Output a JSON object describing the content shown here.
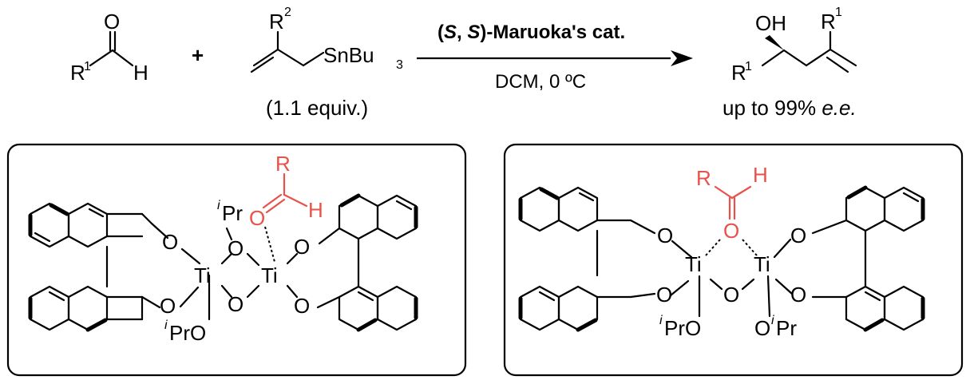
{
  "reaction": {
    "reactant1": {
      "O": "O",
      "R": "R",
      "R_sup": "1",
      "H": "H"
    },
    "plus": "+",
    "reactant2": {
      "R": "R",
      "R_sup": "2",
      "sn": "SnBu",
      "sn_sub": "3",
      "equiv": "(1.1 equiv.)"
    },
    "arrow": {
      "cat_open": "(",
      "cat_S1": "S",
      "cat_sep": ", ",
      "cat_S2": "S",
      "cat_rest": ")-Maruoka's cat.",
      "conditions": "DCM, 0 ºC"
    },
    "product": {
      "OH": "OH",
      "R": "R",
      "R_sup": "1",
      "ee_prefix": "up to 99% ",
      "ee": "e.e."
    }
  },
  "left_panel": {
    "iPr_top_sup": "i",
    "iPr_top": "Pr",
    "aldehyde_R": "R",
    "aldehyde_O": "O",
    "aldehyde_H": "H",
    "Ti1": "Ti",
    "Ti2": "Ti",
    "O_a": "O",
    "O_b": "O",
    "O_c": "O",
    "O_d": "O",
    "O_e": "O",
    "O_f": "O",
    "iPrO_sup": "i",
    "iPrO": "PrO"
  },
  "right_panel": {
    "aldehyde_R": "R",
    "aldehyde_O": "O",
    "aldehyde_H": "H",
    "Ti1": "Ti",
    "Ti2": "Ti",
    "O_a": "O",
    "O_b": "O",
    "O_c": "O",
    "O_d": "O",
    "O_e": "O",
    "iPrO_sup": "i",
    "iPrO": "PrO",
    "OiPr_O": "O",
    "OiPr_sup": "i",
    "OiPr": "Pr"
  }
}
